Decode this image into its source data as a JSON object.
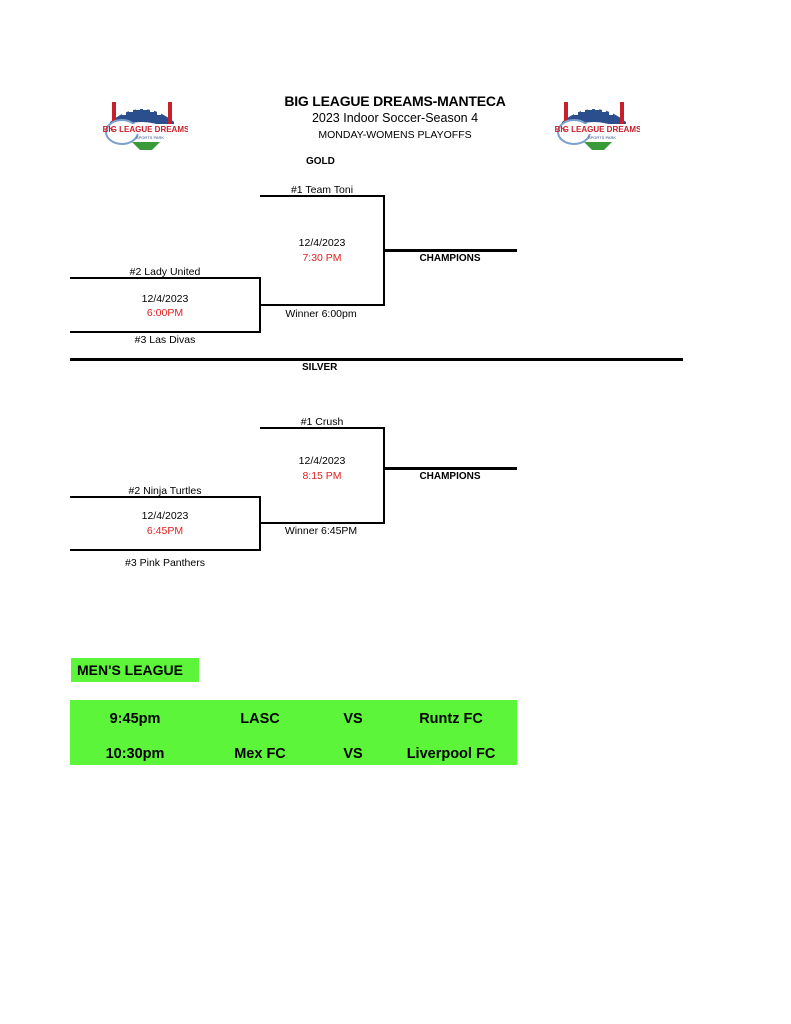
{
  "header": {
    "title": "BIG LEAGUE DREAMS-MANTECA",
    "subtitle": "2023 Indoor Soccer-Season 4",
    "division": "MONDAY-WOMENS PLAYOFFS",
    "logo_text": "BIG LEAGUE DREAMS"
  },
  "brackets": [
    {
      "name": "GOLD",
      "seed1": "#1 Team Toni",
      "seed2": "#2 Lady United",
      "seed3": "#3 Las Divas",
      "semi_date": "12/4/2023",
      "semi_time": "6:00PM",
      "final_date": "12/4/2023",
      "final_time": "7:30 PM",
      "winner_label": "Winner 6:00pm",
      "champions_label": "CHAMPIONS"
    },
    {
      "name": "SILVER",
      "seed1": "#1 Crush",
      "seed2": "#2 Ninja Turtles",
      "seed3": "#3 Pink Panthers",
      "semi_date": "12/4/2023",
      "semi_time": "6:45PM",
      "final_date": "12/4/2023",
      "final_time": "8:15 PM",
      "winner_label": "Winner 6:45PM",
      "champions_label": "CHAMPIONS"
    }
  ],
  "mens_league": {
    "title": "MEN'S LEAGUE",
    "games": [
      {
        "time": "9:45pm",
        "home": "LASC",
        "vs": "VS",
        "away": "Runtz FC"
      },
      {
        "time": "10:30pm",
        "home": "Mex FC",
        "vs": "VS",
        "away": "Liverpool FC"
      }
    ]
  },
  "colors": {
    "highlight_green": "#5cf53a",
    "time_red": "#e02020"
  }
}
